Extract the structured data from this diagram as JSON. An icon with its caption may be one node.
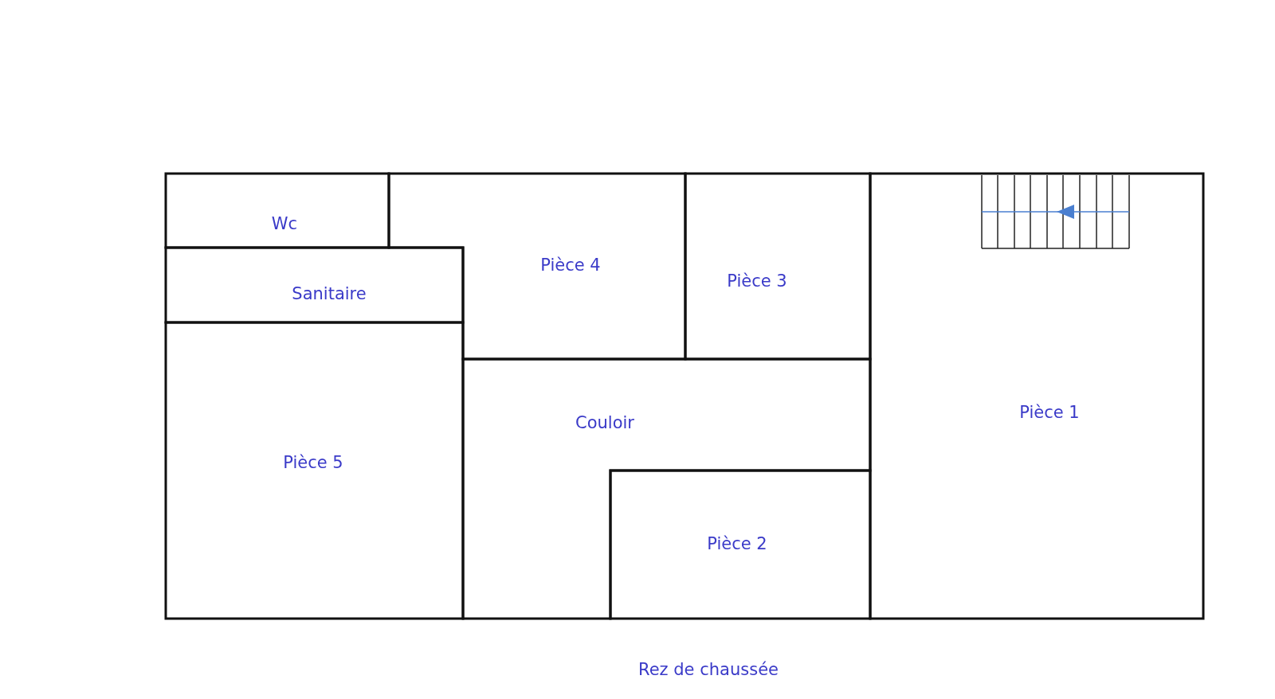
{
  "diagram": {
    "caption": "Rez de chaussée",
    "nodes": [
      {
        "text": [
          "Wc"
        ]
      },
      {
        "text": [
          "Sanitaire"
        ]
      },
      {
        "text": [
          "Pièce 4"
        ]
      },
      {
        "text": [
          "Pièce 3"
        ]
      },
      {
        "text": [
          "Pièce 1"
        ]
      },
      {
        "text": [
          "Couloir"
        ]
      },
      {
        "text": [
          "Pièce 5"
        ]
      },
      {
        "text": [
          "Pièce 2"
        ]
      }
    ],
    "edges": []
  }
}
